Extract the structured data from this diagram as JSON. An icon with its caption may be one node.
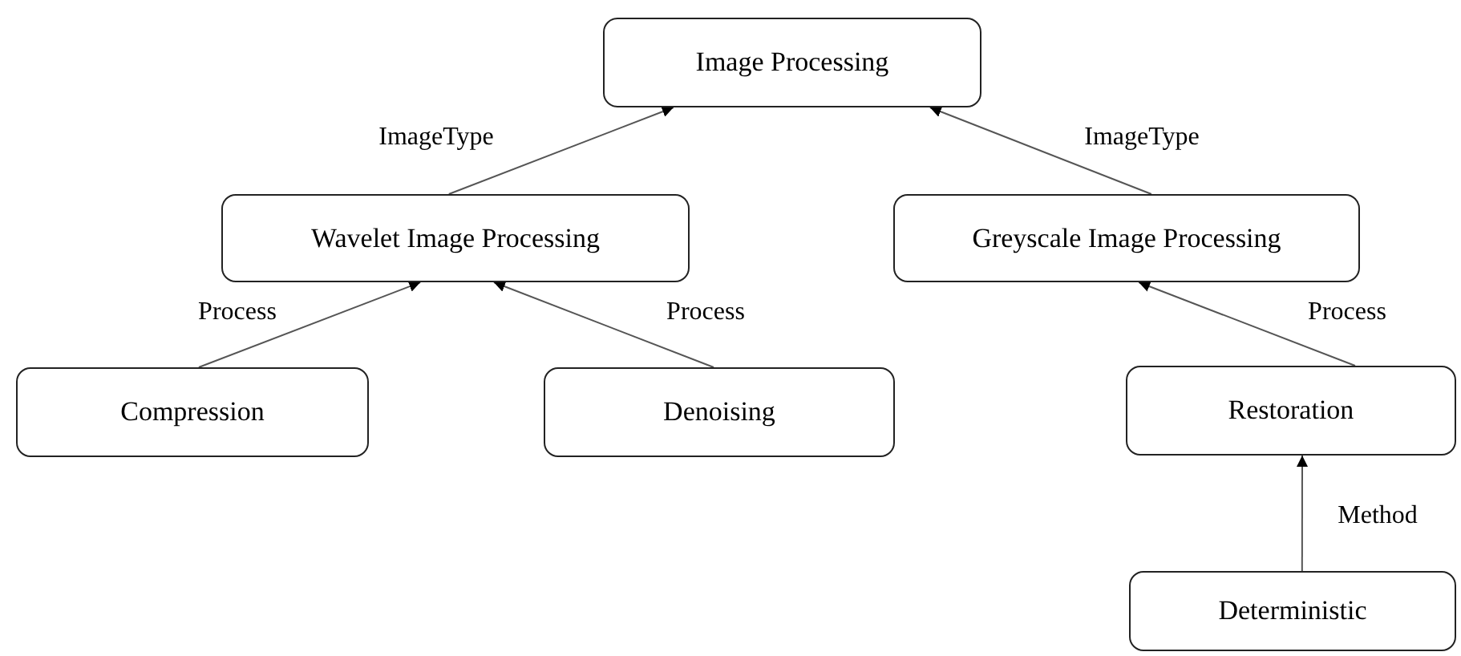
{
  "diagram": {
    "nodes": [
      {
        "text": [
          "Image Processing"
        ]
      },
      {
        "text": [
          "Wavelet Image Processing"
        ]
      },
      {
        "text": [
          "Greyscale Image Processing"
        ]
      },
      {
        "text": [
          "Compression"
        ]
      },
      {
        "text": [
          "Denoising"
        ]
      },
      {
        "text": [
          "Restoration"
        ]
      },
      {
        "text": [
          "Deterministic"
        ]
      }
    ],
    "edges": [
      {
        "from": 1,
        "to": 0,
        "arrow": "to",
        "label": "ImageType"
      },
      {
        "from": 2,
        "to": 0,
        "arrow": "to",
        "label": "ImageType"
      },
      {
        "from": 3,
        "to": 1,
        "arrow": "to",
        "label": "Process"
      },
      {
        "from": 4,
        "to": 1,
        "arrow": "to",
        "label": "Process"
      },
      {
        "from": 5,
        "to": 2,
        "arrow": "to",
        "label": "Process"
      },
      {
        "from": 6,
        "to": 5,
        "arrow": "to",
        "label": "Method"
      }
    ]
  }
}
